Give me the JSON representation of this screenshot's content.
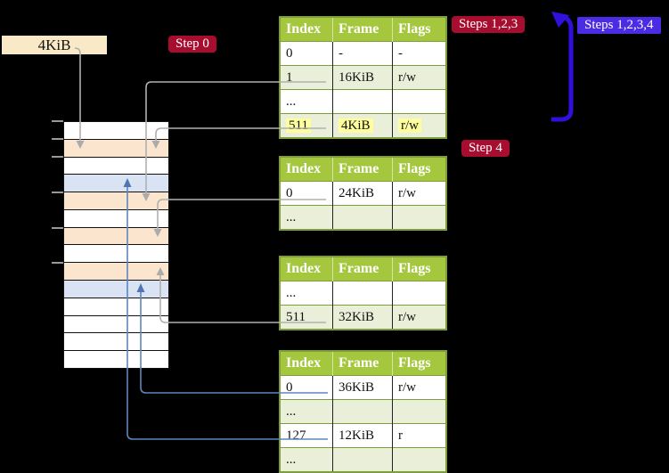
{
  "labels": {
    "page_size": "4KiB",
    "step0": "Step 0",
    "steps123": "Steps 1,2,3",
    "steps1234": "Steps 1,2,3,4",
    "step4": "Step 4"
  },
  "tables": [
    {
      "name": "page-table-level-top",
      "headers": [
        "Index",
        "Frame",
        "Flags"
      ],
      "rows": [
        [
          "0",
          "-",
          "-"
        ],
        [
          "1",
          "16KiB",
          "r/w"
        ],
        [
          "...",
          "",
          ""
        ],
        [
          "511",
          "4KiB",
          "r/w"
        ]
      ],
      "highlight_row": 3
    },
    {
      "name": "page-table-second",
      "headers": [
        "Index",
        "Frame",
        "Flags"
      ],
      "rows": [
        [
          "0",
          "24KiB",
          "r/w"
        ],
        [
          "...",
          "",
          ""
        ]
      ],
      "highlight_row": -1
    },
    {
      "name": "page-table-third",
      "headers": [
        "Index",
        "Frame",
        "Flags"
      ],
      "rows": [
        [
          "...",
          "",
          ""
        ],
        [
          "511",
          "32KiB",
          "r/w"
        ]
      ],
      "highlight_row": -1
    },
    {
      "name": "page-table-fourth",
      "headers": [
        "Index",
        "Frame",
        "Flags"
      ],
      "rows": [
        [
          "0",
          "36KiB",
          "r/w"
        ],
        [
          "...",
          "",
          ""
        ],
        [
          "127",
          "12KiB",
          "r"
        ],
        [
          "...",
          "",
          ""
        ]
      ],
      "highlight_row": -1
    }
  ],
  "memory_column": {
    "rows": [
      "white",
      "peach",
      "white",
      "blue",
      "peach",
      "white",
      "peach",
      "white",
      "peach",
      "blue",
      "white",
      "white",
      "white",
      "white"
    ],
    "ticks_y": [
      136,
      156,
      176,
      216,
      256,
      295
    ]
  },
  "colors": {
    "background": "#000000",
    "badge_red": "#A60D2E",
    "badge_blue": "#4C2BE4",
    "arrow_indigo": "#2F10DC",
    "table_header_green": "#A5C73E",
    "table_row_alt_green": "#E9EFD8",
    "table_border_olive": "#7E9D3B",
    "highlight_yellow": "#FEFE9C",
    "memory_row_peach": "#FCE5CE",
    "memory_row_blue": "#D9E3F4",
    "connector_gray": "#B0B0B0",
    "connector_blue": "#5E86BC",
    "size_box_cream": "#FAE9C7"
  }
}
